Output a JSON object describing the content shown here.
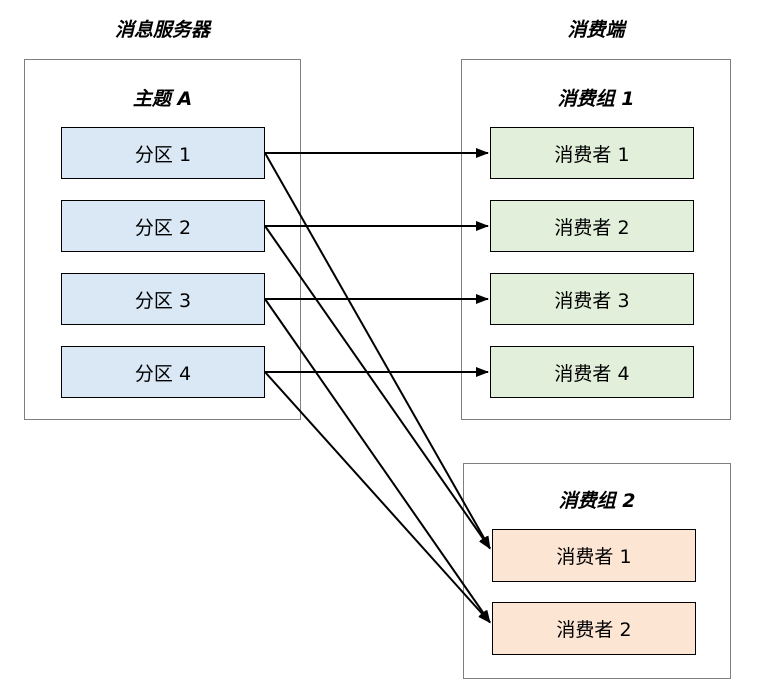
{
  "diagram": {
    "left_title": "消息服务器",
    "right_title": "消费端",
    "topic": {
      "title": "主题 A",
      "partitions": [
        "分区 1",
        "分区 2",
        "分区 3",
        "分区 4"
      ]
    },
    "group1": {
      "title": "消费组 1",
      "consumers": [
        "消费者 1",
        "消费者 2",
        "消费者 3",
        "消费者 4"
      ]
    },
    "group2": {
      "title": "消费组 2",
      "consumers": [
        "消费者 1",
        "消费者 2"
      ]
    },
    "colors": {
      "partition_fill": "#dae7f5",
      "group1_consumer_fill": "#e2efda",
      "group2_consumer_fill": "#fce5d3",
      "box_border": "#000000",
      "container_border": "#7f7f7f",
      "arrow": "#000000",
      "text": "#000000"
    },
    "edges": [
      {
        "from": "partition-1",
        "to": "g1-consumer-1",
        "target_dy": 0
      },
      {
        "from": "partition-2",
        "to": "g1-consumer-2",
        "target_dy": 0
      },
      {
        "from": "partition-3",
        "to": "g1-consumer-3",
        "target_dy": 0
      },
      {
        "from": "partition-4",
        "to": "g1-consumer-4",
        "target_dy": 0
      },
      {
        "from": "partition-1",
        "to": "g2-consumer-1",
        "target_dy": -7
      },
      {
        "from": "partition-2",
        "to": "g2-consumer-1",
        "target_dy": -7
      },
      {
        "from": "partition-3",
        "to": "g2-consumer-2",
        "target_dy": -6
      },
      {
        "from": "partition-4",
        "to": "g2-consumer-2",
        "target_dy": -6
      }
    ]
  }
}
